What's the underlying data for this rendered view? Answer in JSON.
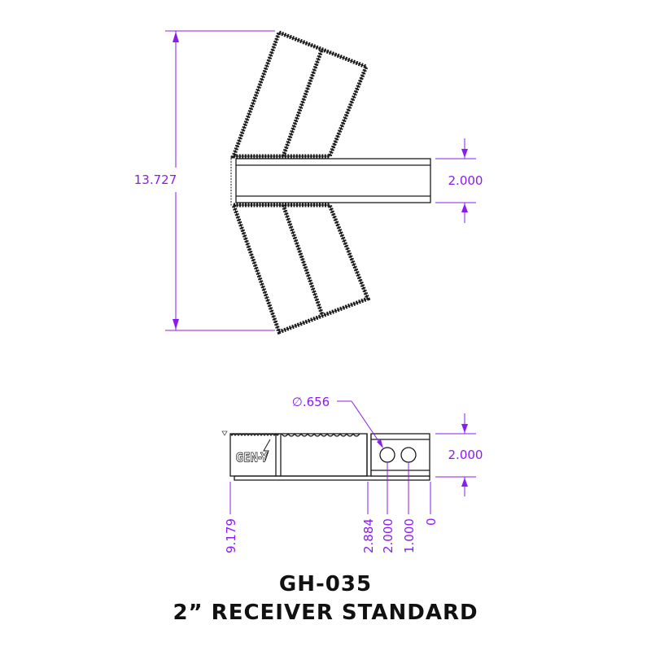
{
  "colors": {
    "dimension": "#8a1cf0",
    "outline": "#1a1a1a",
    "background": "#ffffff"
  },
  "top_view": {
    "overall_height_label": "13.727",
    "shank_height_label": "2.000"
  },
  "side_view": {
    "hole_diameter_label": "∅.656",
    "shank_height_label": "2.000",
    "logo_text": "GEN-Y",
    "ordinate_labels": [
      "9.179",
      "2.884",
      "2.000",
      "1.000",
      "0"
    ]
  },
  "title_block": {
    "part_number": "GH-035",
    "description": "2” RECEIVER STANDARD"
  }
}
